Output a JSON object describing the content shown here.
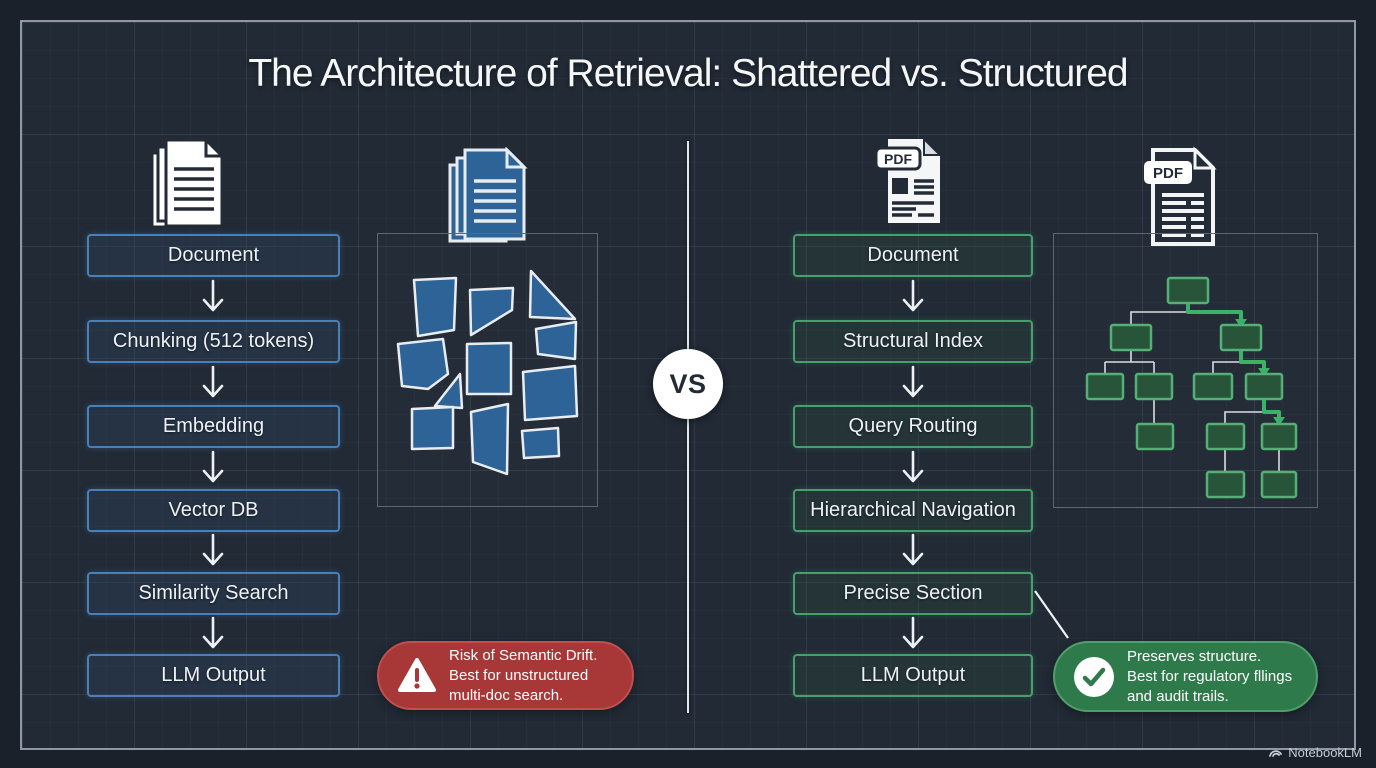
{
  "title": "The Architecture of Retrieval: Shattered vs. Structured",
  "vs_badge": "VS",
  "watermark": "NotebookLM",
  "pdf_label": "PDF",
  "left_flow": {
    "accent": "#4a80b8",
    "steps": [
      "Document",
      "Chunking (512 tokens)",
      "Embedding",
      "Vector DB",
      "Similarity Search",
      "LLM Output"
    ]
  },
  "right_flow": {
    "accent": "#46a06b",
    "steps": [
      "Document",
      "Structural Index",
      "Query Routing",
      "Hierarchical Navigation",
      "Precise Section",
      "LLM Output"
    ]
  },
  "left_callout": {
    "color": "#a83737",
    "icon": "warning-triangle",
    "lines": [
      "Risk of Semantic Drift.",
      "Best for unstructured",
      "multi-doc search."
    ]
  },
  "right_callout": {
    "color": "#2e7a4b",
    "icon": "check-circle",
    "lines": [
      "Preserves structure.",
      "Best for regulatory fllings",
      "and audit trails."
    ]
  },
  "colors": {
    "background": "#212a35",
    "shard_blue": "#2d6396",
    "tree_green_fill": "#28543a",
    "tree_green_stroke": "#55b077",
    "highlight_path_green": "#3cb168",
    "divider_white": "#e4e8ec"
  }
}
